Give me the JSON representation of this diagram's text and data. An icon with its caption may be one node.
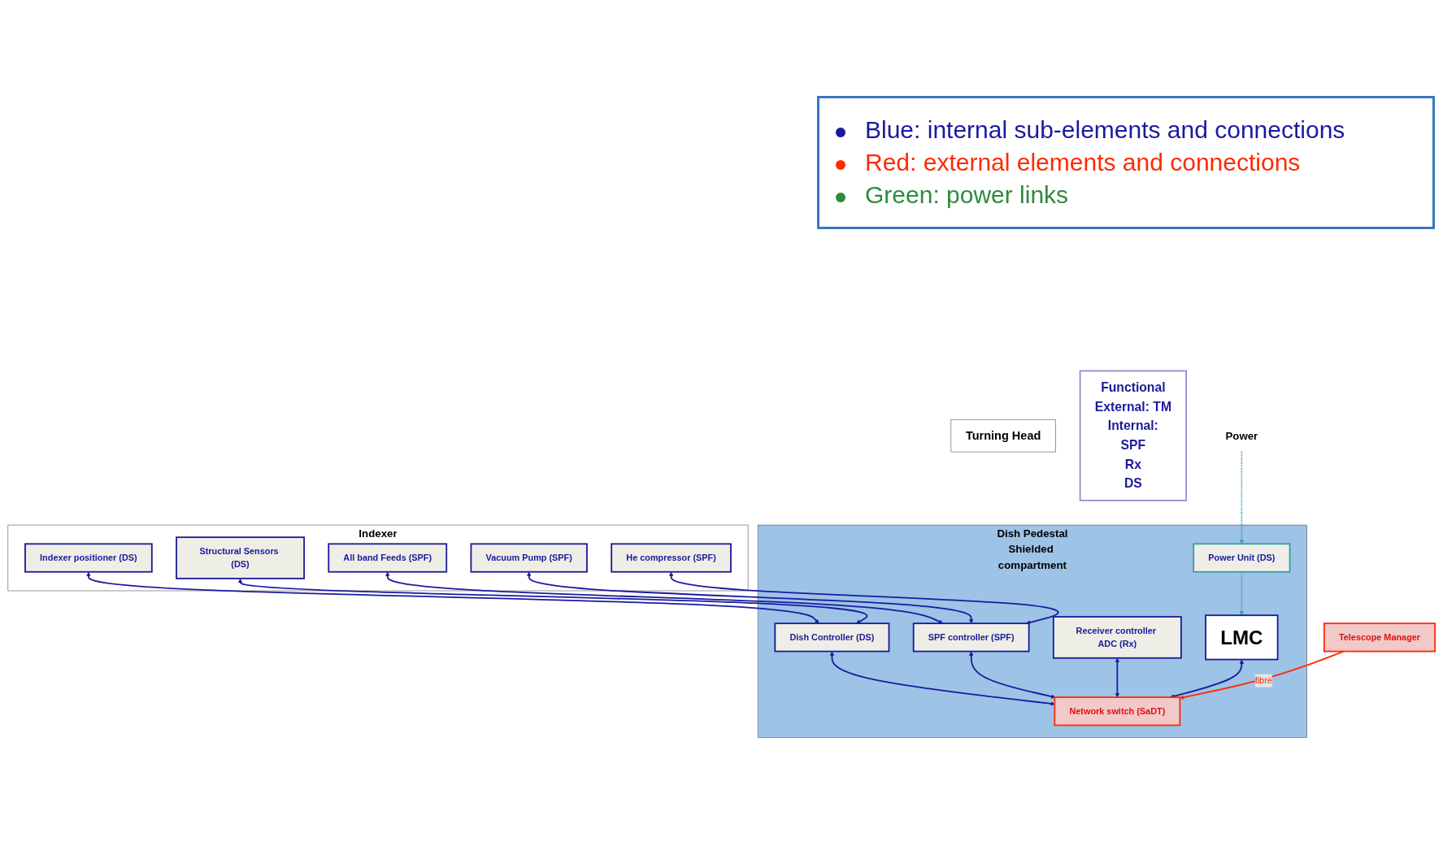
{
  "diagram": {
    "nodes": [
      {
        "text": [
          "Indexer"
        ]
      },
      {
        "text": [
          "Indexer positioner (DS)"
        ],
        "in": 0
      },
      {
        "text": [
          "Structural Sensors (DS)"
        ],
        "in": 0
      },
      {
        "text": [
          "All band Feeds (SPF)"
        ],
        "in": 0
      },
      {
        "text": [
          "Vacuum Pump (SPF)"
        ],
        "in": 0
      },
      {
        "text": [
          "He compressor (SPF)"
        ],
        "in": 0
      },
      {
        "text": [
          "Turning Head"
        ]
      },
      {
        "text": [
          "Dish Pedestal",
          "Shielded compartment"
        ]
      },
      {
        "text": [
          "SPF controller (SPF)"
        ],
        "in": 7
      },
      {
        "text": [
          "Dish Controller (DS)"
        ],
        "in": 7
      },
      {
        "text": [
          "Receiver controller ADC (Rx)"
        ],
        "in": 7
      },
      {
        "text": [
          "LMC"
        ],
        "in": 7
      },
      {
        "text": [
          "Network switch (SaDT)"
        ],
        "in": 7
      },
      {
        "text": [
          "Power Unit (DS)"
        ],
        "in": 7
      },
      {
        "text": [
          "Telescope Manager"
        ]
      },
      {
        "text": [
          "Functional",
          "External: TM",
          "Internal:",
          "SPF",
          "Rx",
          "DS"
        ]
      },
      {
        "text": [
          "Power"
        ]
      }
    ],
    "edges": [
      {
        "from": 1,
        "to": 9,
        "arrow": "both"
      },
      {
        "from": 2,
        "to": 9,
        "arrow": "both"
      },
      {
        "from": 3,
        "to": 8,
        "arrow": "both"
      },
      {
        "from": 4,
        "to": 8,
        "arrow": "both"
      },
      {
        "from": 5,
        "to": 8,
        "arrow": "both"
      },
      {
        "from": 9,
        "to": 12,
        "arrow": "both"
      },
      {
        "from": 8,
        "to": 12,
        "arrow": "both"
      },
      {
        "from": 10,
        "to": 12,
        "arrow": "both"
      },
      {
        "from": 11,
        "to": 12,
        "arrow": "both"
      },
      {
        "from": 14,
        "to": 12,
        "arrow": "to",
        "label": "fibre",
        "color": "#ff2a00"
      },
      {
        "from": 13,
        "to": 11,
        "arrow": "to",
        "style": "dashed",
        "color": "#3a9aaa"
      },
      {
        "from": 16,
        "to": 13,
        "arrow": "to",
        "style": "dashed",
        "color": "#3a9aaa"
      }
    ],
    "legend": [
      {
        "text": "Blue: internal sub-elements and connections",
        "color": "#1a1aa0"
      },
      {
        "text": "Red: external elements and connections",
        "color": "#ff2a00"
      },
      {
        "text": "Green: power links",
        "color": "#2e8b3a"
      }
    ]
  }
}
